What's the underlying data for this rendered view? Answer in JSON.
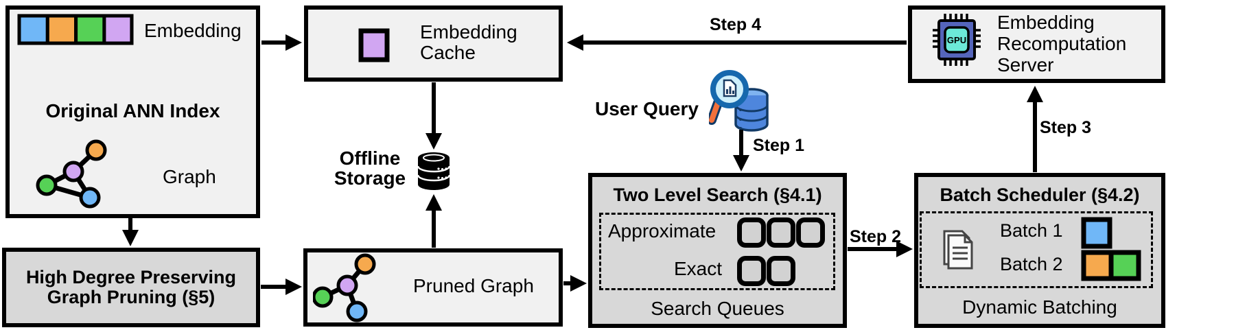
{
  "colors": {
    "blue": "#70b7f7",
    "orange": "#f6a94e",
    "green": "#56d156",
    "purple": "#d1a6f2",
    "box_light": "#f1f1f1",
    "box_dark": "#d8d8d8",
    "gpu_body": "#5565bb",
    "gpu_core": "#6ce8d8",
    "query_db": "#4e86dd",
    "query_db_top": "#7fb3f0",
    "query_lens": "#cdeffb",
    "query_rim": "#1668ad",
    "query_handle": "#f4713b"
  },
  "ann_index": {
    "title": "Original ANN Index",
    "embedding_label": "Embedding",
    "graph_label": "Graph"
  },
  "embedding_cache": {
    "label": "Embedding Cache"
  },
  "recomputation_server": {
    "label": "Embedding Recomputation Server",
    "gpu_label": "GPU"
  },
  "offline_storage": {
    "label": "Offline Storage"
  },
  "user_query": {
    "label": "User Query"
  },
  "high_degree_pruning": {
    "title_line1": "High Degree Preserving",
    "title_line2": "Graph Pruning (§5)"
  },
  "pruned_graph": {
    "label": "Pruned Graph"
  },
  "two_level_search": {
    "title": "Two Level Search (§4.1)",
    "row1_label": "Approximate",
    "row2_label": "Exact",
    "footer": "Search Queues",
    "approximate_queue_count": 3,
    "exact_queue_count": 2
  },
  "batch_scheduler": {
    "title": "Batch Scheduler (§4.2)",
    "batch1_label": "Batch 1",
    "batch2_label": "Batch 2",
    "footer": "Dynamic Batching"
  },
  "steps": {
    "step1": "Step 1",
    "step2": "Step 2",
    "step3": "Step 3",
    "step4": "Step 4"
  }
}
